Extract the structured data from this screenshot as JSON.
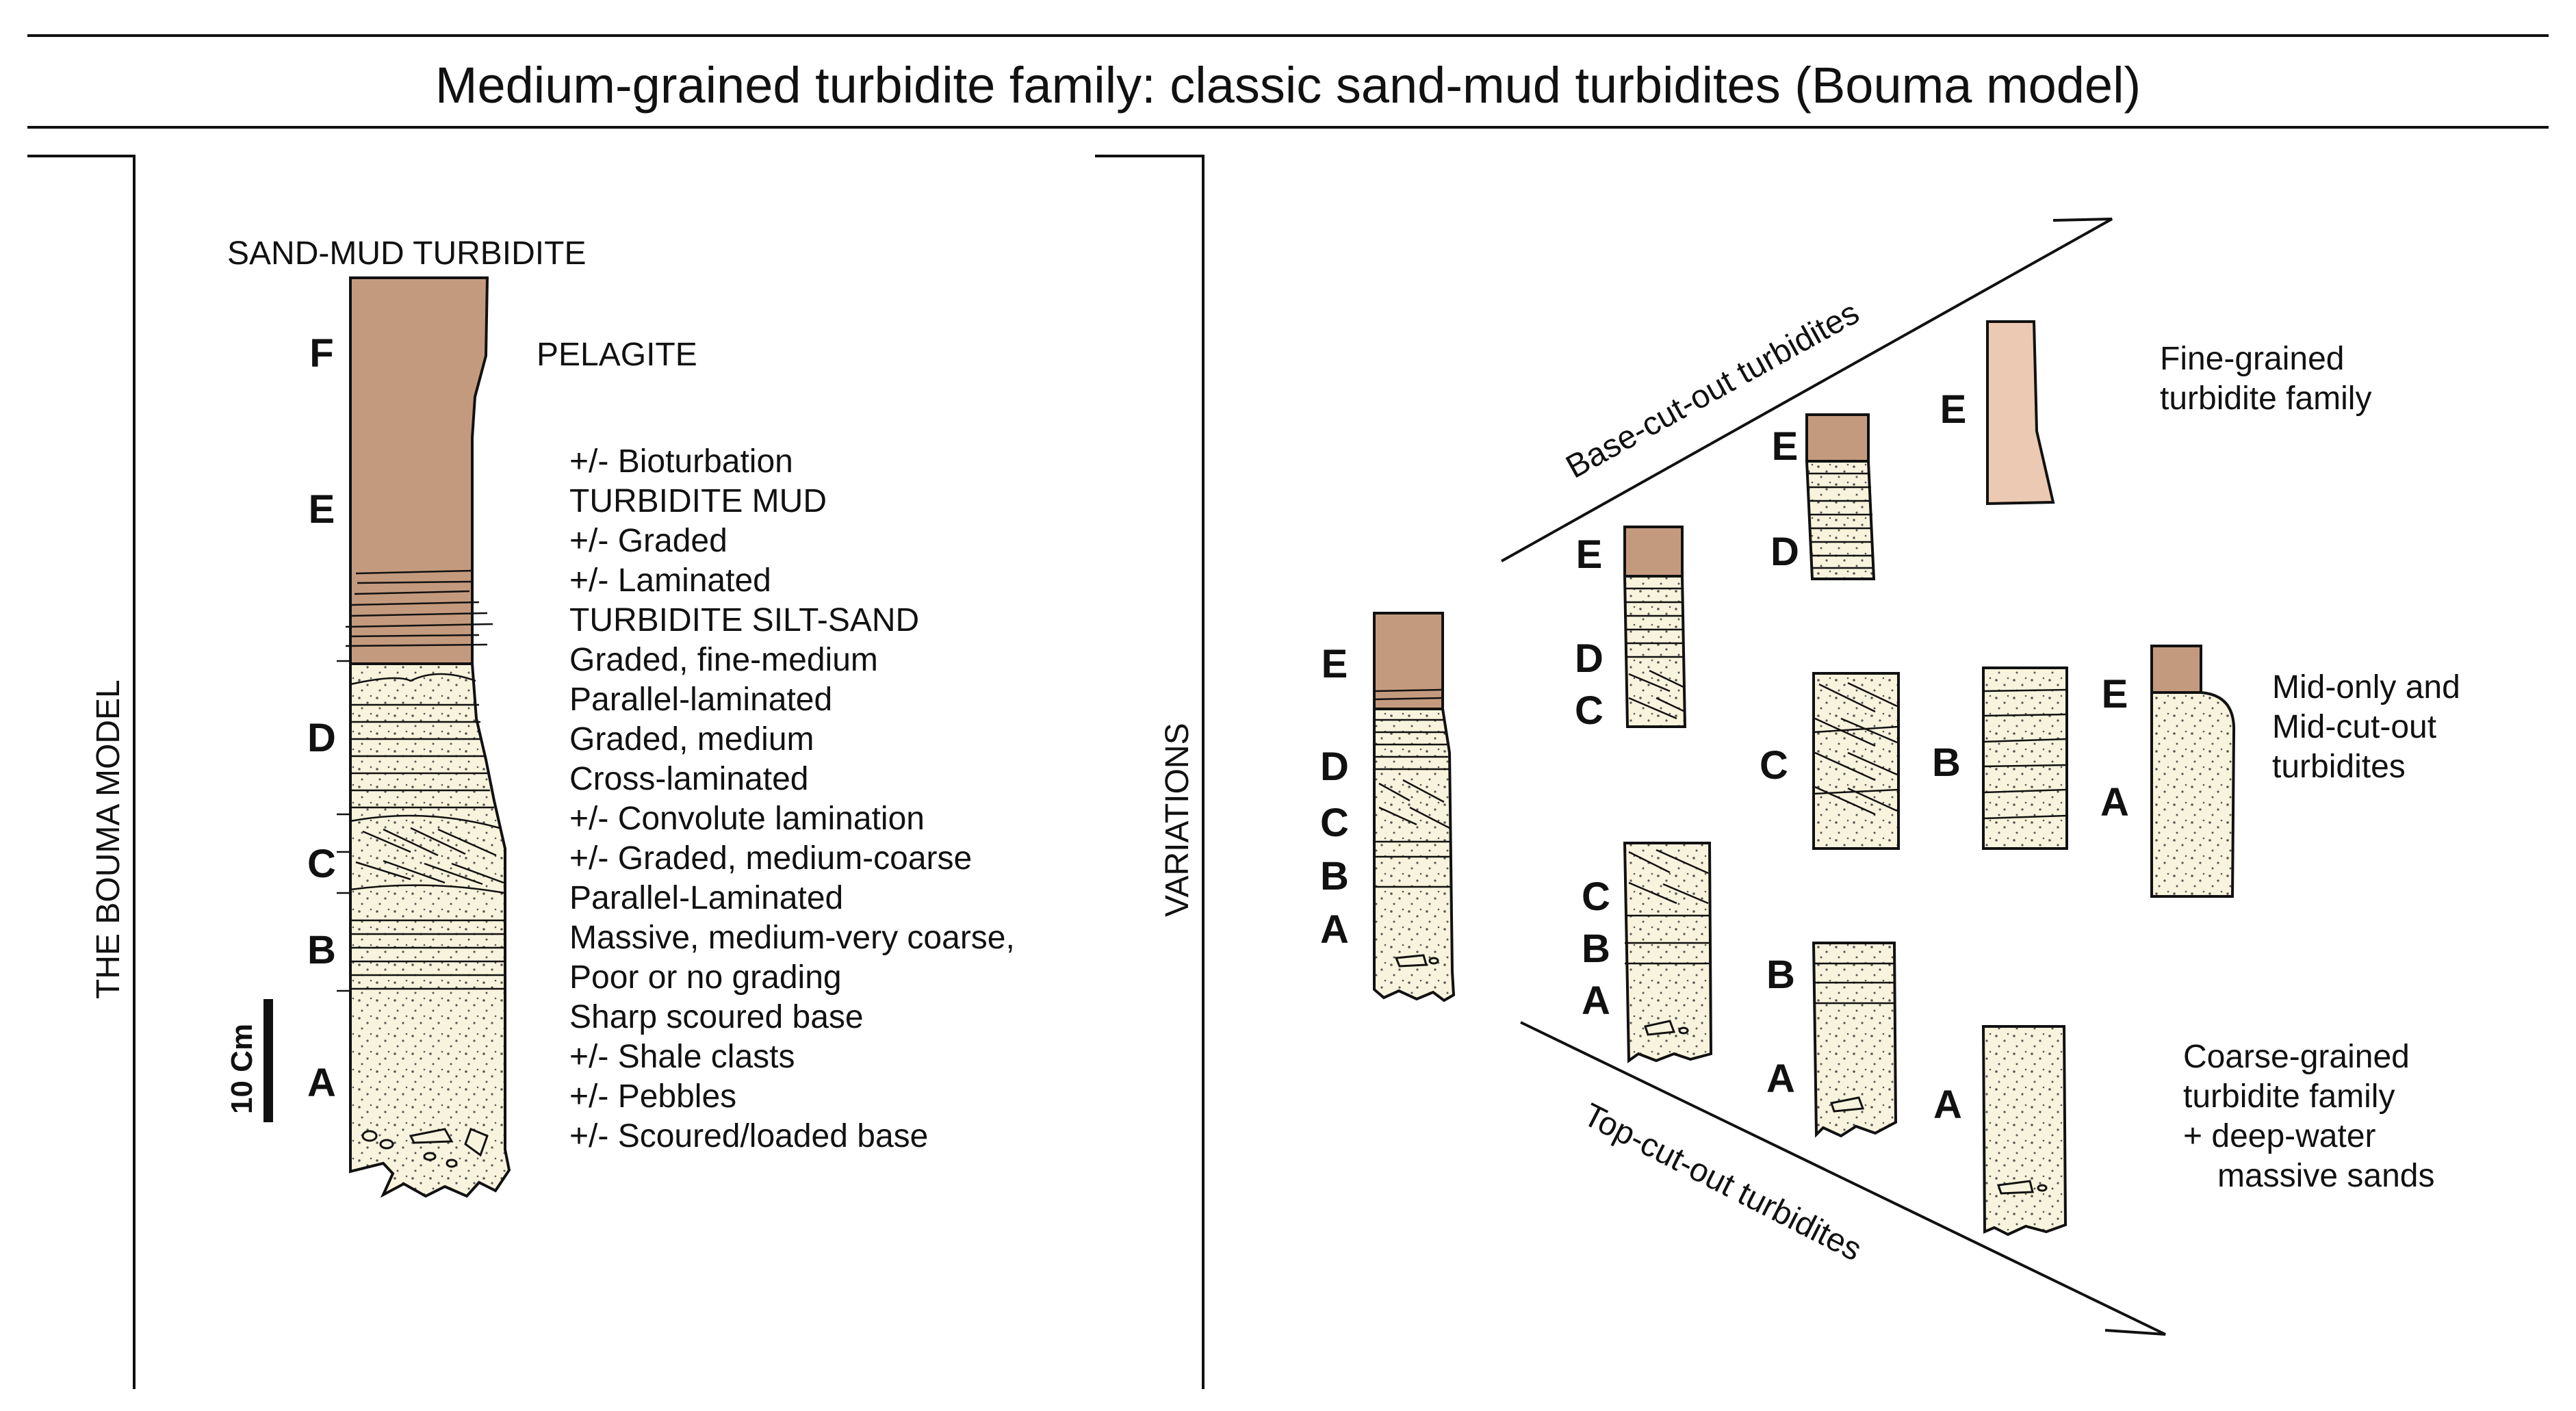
{
  "title": "Medium-grained turbidite family: classic sand-mud turbidites (Bouma model)",
  "left_panel": {
    "side_label": "THE BOUMA MODEL",
    "column_title": "SAND-MUD TURBIDITE",
    "scale_label": "10 Cm",
    "units": [
      {
        "letter": "F"
      },
      {
        "letter": "E"
      },
      {
        "letter": "D"
      },
      {
        "letter": "C"
      },
      {
        "letter": "B"
      },
      {
        "letter": "A"
      }
    ],
    "pelagite_label": "PELAGITE",
    "descriptions": [
      "+/- Bioturbation",
      "TURBIDITE MUD",
      "+/- Graded",
      "+/- Laminated",
      "TURBIDITE SILT-SAND",
      "Graded, fine-medium",
      "Parallel-laminated",
      "Graded, medium",
      "Cross-laminated",
      "+/- Convolute lamination",
      "+/- Graded, medium-coarse",
      "Parallel-Laminated",
      "Massive, medium-very coarse,",
      "Poor or no grading",
      "Sharp scoured base",
      "+/- Shale clasts",
      "+/- Pebbles",
      "+/- Scoured/loaded base"
    ]
  },
  "right_panel": {
    "side_label": "VARIATIONS",
    "base_cut_label": "Base-cut-out turbidites",
    "top_cut_label": "Top-cut-out turbidites",
    "fine_family_label": [
      "Fine-grained",
      "turbidite family"
    ],
    "mid_only_label": [
      "Mid-only and",
      "Mid-cut-out",
      "turbidites"
    ],
    "coarse_family_label": [
      "Coarse-grained",
      "turbidite family",
      "+ deep-water",
      "massive sands"
    ],
    "central_column_letters": [
      "E",
      "D",
      "C",
      "B",
      "A"
    ],
    "base_cut_col1_letters": [
      "E",
      "D",
      "C"
    ],
    "base_cut_col2_letters": [
      "E",
      "D"
    ],
    "fine_col_letters": [
      "E"
    ],
    "mid_col_c_letters": [
      "C"
    ],
    "mid_col_b_letters": [
      "B"
    ],
    "mid_col_ea_letters": [
      "E",
      "A"
    ],
    "top_cut_col1_letters": [
      "C",
      "B",
      "A"
    ],
    "top_cut_col2_letters": [
      "B",
      "A"
    ],
    "top_cut_col3_letters": [
      "A"
    ]
  },
  "colors": {
    "mud": "#c49a7e",
    "mud_light": "#ecc9b2",
    "sand": "#f8f3dc",
    "ink": "#111111"
  }
}
